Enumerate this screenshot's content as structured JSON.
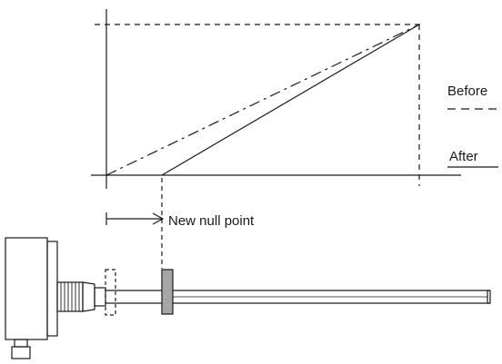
{
  "labels": {
    "before": "Before",
    "after": "After",
    "new_null_point": "New null point"
  },
  "colors": {
    "ink": "#1a1a1a",
    "flange_fill": "#a6a6a6",
    "background": "#ffffff"
  }
}
